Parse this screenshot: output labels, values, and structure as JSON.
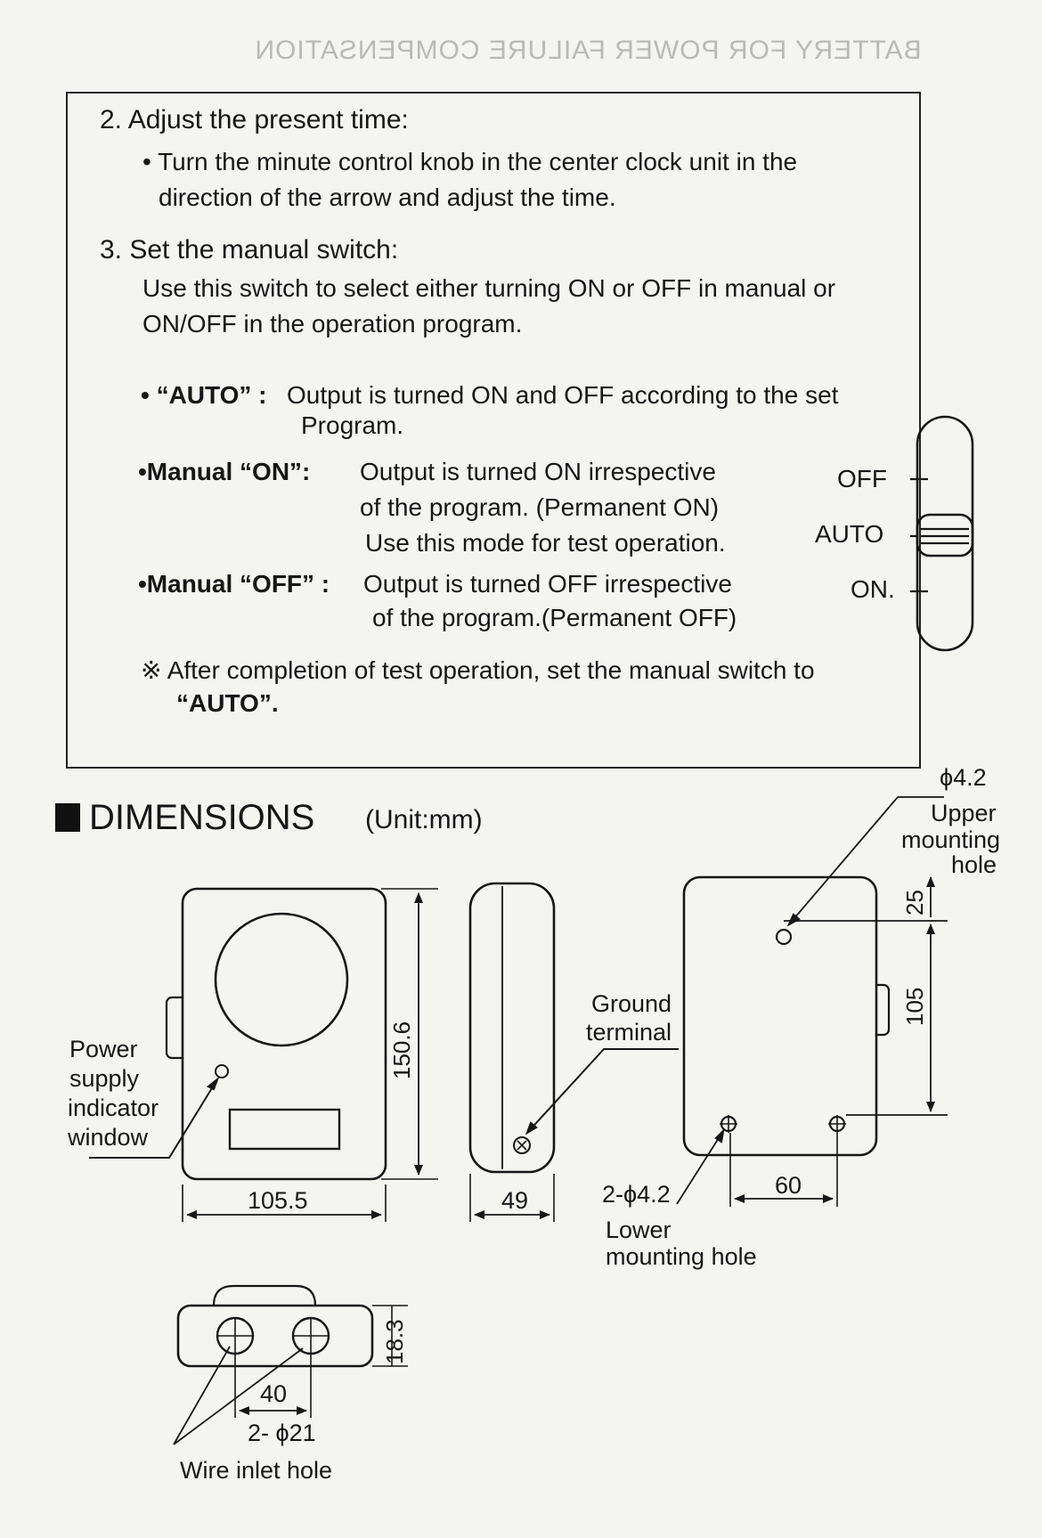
{
  "header": {
    "title": "BATTERY FOR POWER FAILURE COMPENSATION"
  },
  "steps": {
    "step2": {
      "title": "2. Adjust the present time:",
      "bullet_line1": "• Turn the minute control knob in the center clock unit in the",
      "bullet_line2": "direction of the arrow and adjust the time."
    },
    "step3": {
      "title": "3. Set the manual switch:",
      "line1": "Use this switch to select either turning ON or OFF in manual or",
      "line2": "ON/OFF in the operation program.",
      "auto_label": "• “AUTO” :",
      "auto_line1": "Output is turned ON and OFF according to the set",
      "auto_line2": "Program.",
      "on_label": "•Manual “ON”:",
      "on_line1": "Output is turned ON irrespective",
      "on_line2": "of the program. (Permanent ON)",
      "on_line3": "Use this mode for test operation.",
      "off_label": "•Manual “OFF” :",
      "off_line1": "Output is turned OFF irrespective",
      "off_line2": "of the program.(Permanent OFF)",
      "note_line1": "※ After completion of test operation, set the manual switch to",
      "note_line2": "“AUTO”."
    }
  },
  "switch": {
    "off_label": "OFF",
    "auto_label": "AUTO",
    "on_label": "ON.",
    "current_position": "AUTO"
  },
  "dimensions": {
    "title": "DIMENSIONS",
    "unit": "(Unit:mm)",
    "power_indicator_label": [
      "Power",
      "supply",
      "indicator",
      "window"
    ],
    "width": "105.5",
    "height": "150.6",
    "depth": "49",
    "ground_terminal_label": [
      "Ground",
      "terminal"
    ],
    "upper_hole_diameter": "ϕ4.2",
    "upper_hole_label": [
      "Upper",
      "mounting",
      "hole"
    ],
    "upper_offset": "25",
    "hole_vertical_spacing": "105",
    "lower_hole_spec": "2-ϕ4.2",
    "lower_hole_label": [
      "Lower",
      "mounting hole"
    ],
    "lower_hole_spacing": "60",
    "wire_inlet_height": "18.3",
    "wire_inlet_spacing": "40",
    "wire_inlet_spec": "2- ϕ21",
    "wire_inlet_label": "Wire inlet hole"
  }
}
